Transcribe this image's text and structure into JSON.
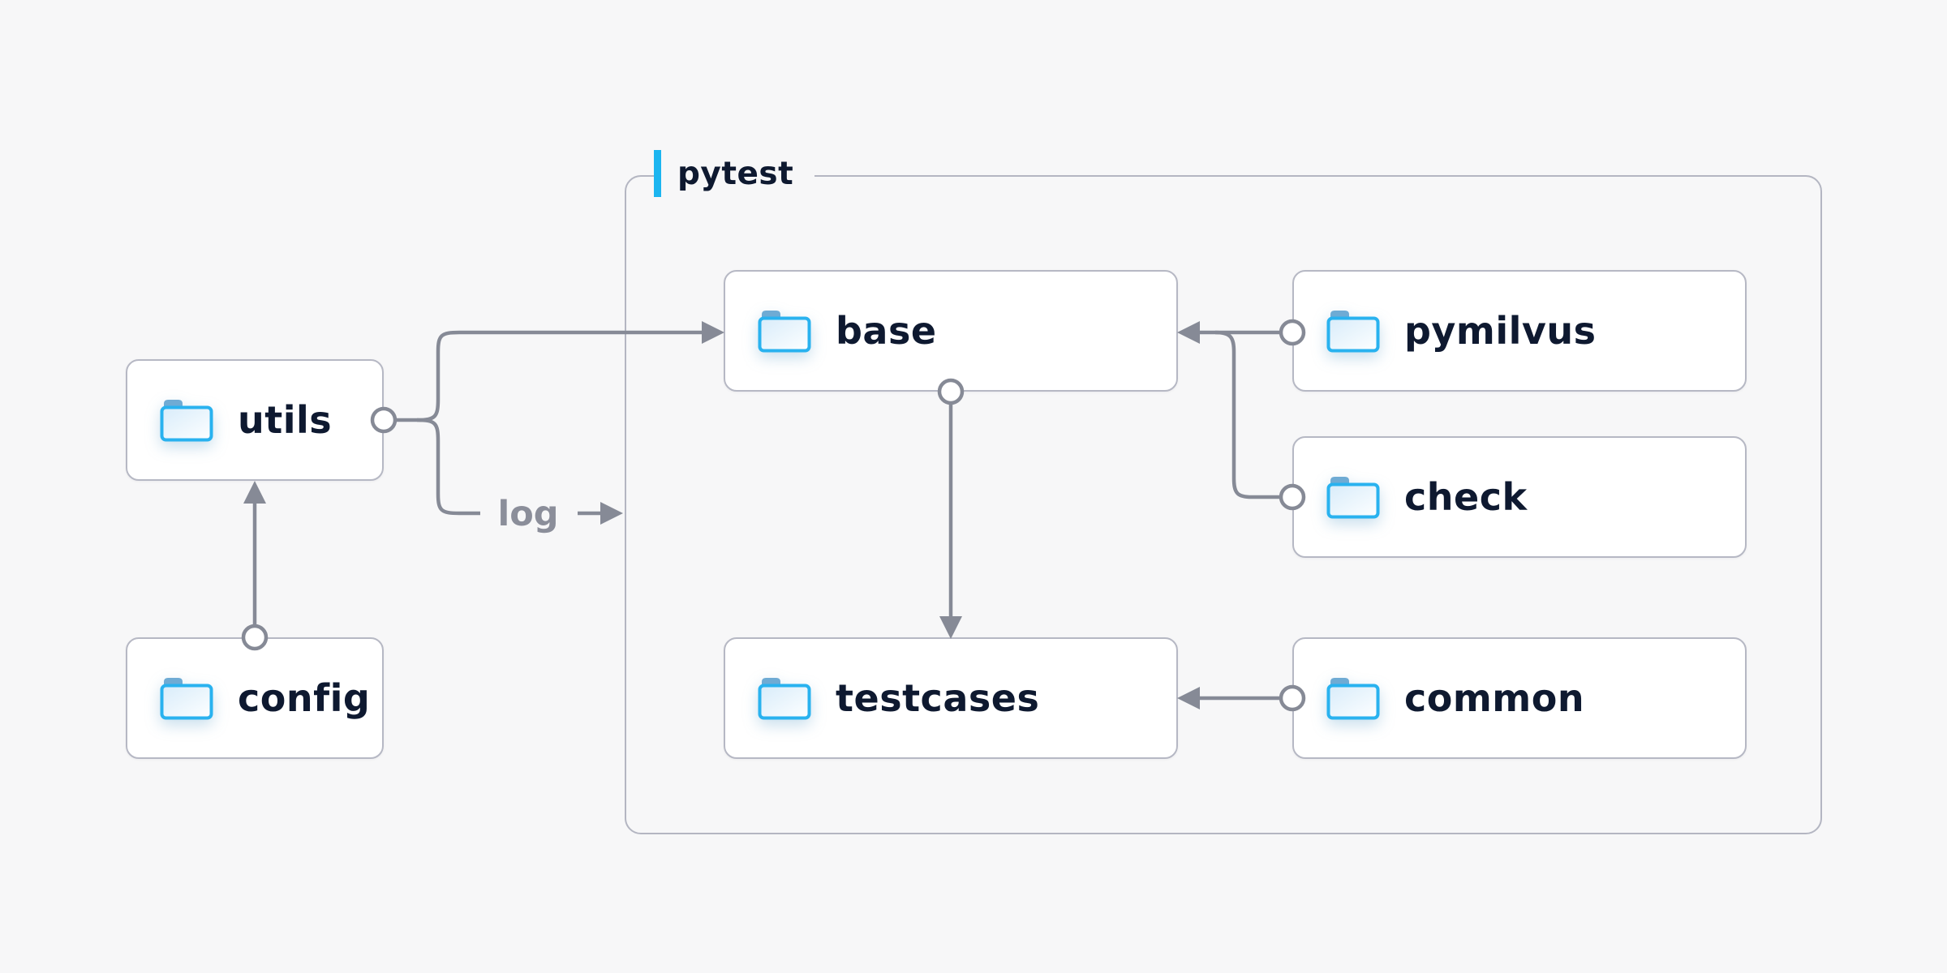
{
  "diagram": {
    "container_label": "pytest",
    "edge_label": "log",
    "nodes": {
      "utils": {
        "label": "utils",
        "icon": "folder-icon"
      },
      "config": {
        "label": "config",
        "icon": "folder-icon"
      },
      "base": {
        "label": "base",
        "icon": "folder-icon"
      },
      "testcases": {
        "label": "testcases",
        "icon": "folder-icon"
      },
      "pymilvus": {
        "label": "pymilvus",
        "icon": "folder-icon"
      },
      "check": {
        "label": "check",
        "icon": "folder-icon"
      },
      "common": {
        "label": "common",
        "icon": "folder-icon"
      }
    },
    "edges": [
      {
        "from": "config",
        "to": "utils",
        "style": "arrow"
      },
      {
        "from": "utils",
        "to": "base",
        "style": "arrow"
      },
      {
        "from": "utils",
        "to": "log",
        "style": "labeled-arrow"
      },
      {
        "from": "base",
        "to": "testcases",
        "style": "arrow"
      },
      {
        "from": "pymilvus",
        "to": "base",
        "style": "arrow"
      },
      {
        "from": "check",
        "to": "base",
        "style": "arrow-merge"
      },
      {
        "from": "common",
        "to": "testcases",
        "style": "arrow"
      }
    ],
    "colors": {
      "background": "#f7f7f8",
      "node_border": "#b6b8c4",
      "container_border": "#b4b6c2",
      "connector": "#868a96",
      "label_text": "#0e1930",
      "muted_text": "#8b8e9a",
      "accent_blue": "#1cb5f0",
      "folder_stroke": "#29b2ef"
    }
  }
}
